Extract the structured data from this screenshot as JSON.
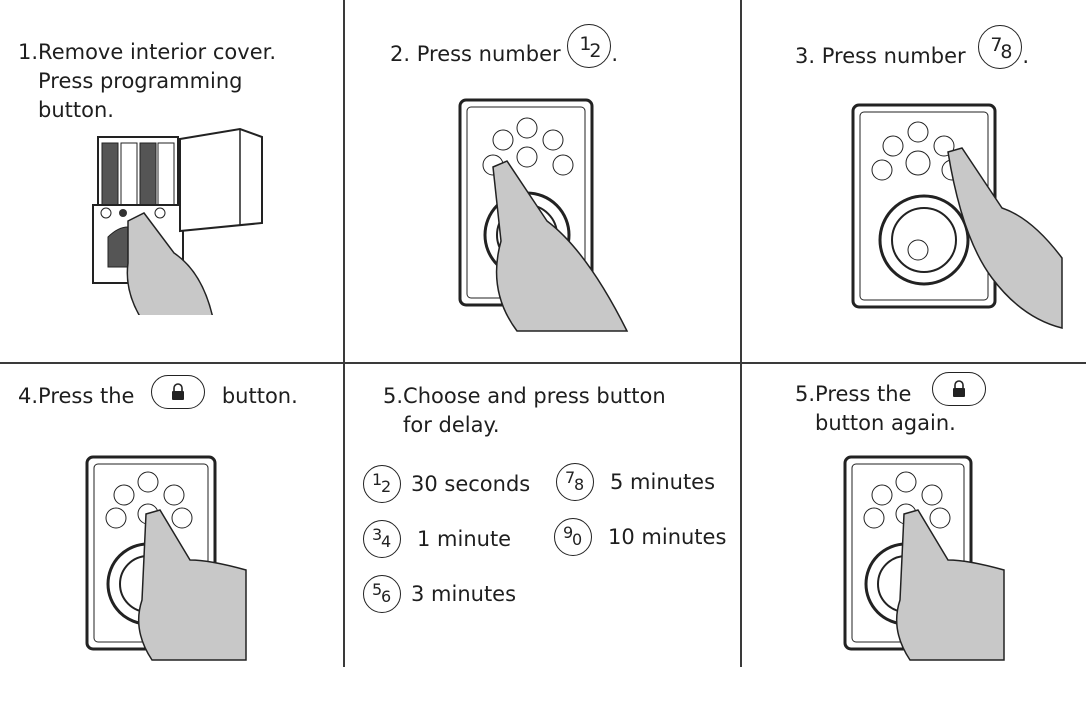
{
  "steps": [
    {
      "num": "1.",
      "lines": [
        "Remove interior cover.",
        "Press programming",
        "button."
      ]
    },
    {
      "num": "2.",
      "before": "Press number",
      "key": [
        "1",
        "2"
      ],
      "after": "."
    },
    {
      "num": "3.",
      "before": "Press number",
      "key": [
        "7",
        "8"
      ],
      "after": "."
    },
    {
      "num": "4.",
      "before": "Press the",
      "after": "button."
    },
    {
      "num": "5.",
      "lines": [
        "Choose and press button",
        "for delay."
      ]
    },
    {
      "num": "5.",
      "before": "Press the",
      "line2": "button again."
    }
  ],
  "delays": [
    {
      "key": [
        "1",
        "2"
      ],
      "label": "30 seconds"
    },
    {
      "key": [
        "3",
        "4"
      ],
      "label": "1 minute"
    },
    {
      "key": [
        "5",
        "6"
      ],
      "label": "3 minutes"
    },
    {
      "key": [
        "7",
        "8"
      ],
      "label": "5 minutes"
    },
    {
      "key": [
        "9",
        "0"
      ],
      "label": "10 minutes"
    }
  ],
  "colors": {
    "line": "#3a3a3a",
    "hand": "#c8c8c8",
    "outline": "#222222"
  }
}
